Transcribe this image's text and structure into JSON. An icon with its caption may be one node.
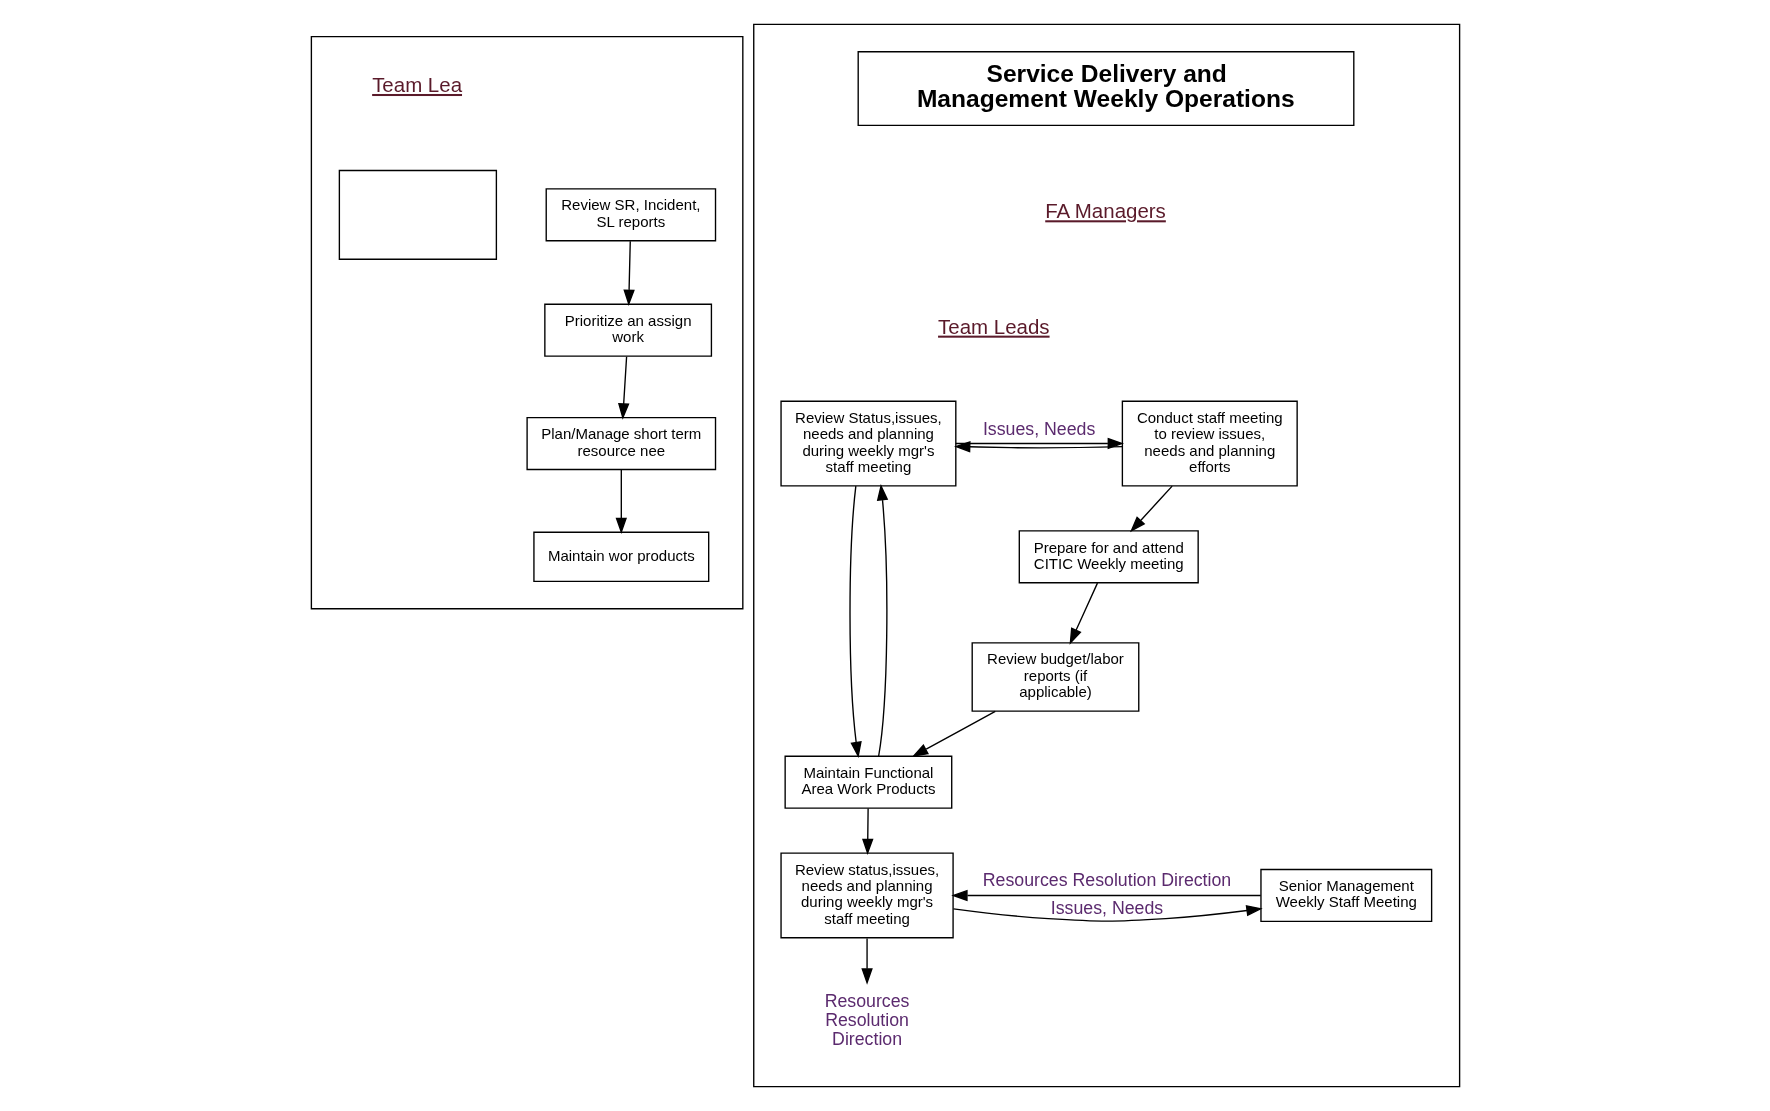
{
  "diagram": {
    "nodes": [
      {
        "text": [],
        "shape": "box"
      },
      {
        "text": [],
        "shape": "box",
        "in": 0
      },
      {
        "text": [
          "Review SR, Incident, SL reports"
        ],
        "in": 0
      },
      {
        "text": [
          "Prioritize an assign work"
        ],
        "in": 0
      },
      {
        "text": [
          "Plan/Manage short term resource nee"
        ],
        "in": 0
      },
      {
        "text": [
          "Maintain wor products"
        ],
        "in": 0
      },
      {
        "text": [],
        "shape": "box"
      },
      {
        "text": [
          "Service Delivery and Management Weekly Operations"
        ],
        "in": 6
      },
      {
        "text": [
          "Review Status,issues, needs and planning during weekly mgr's staff meeting"
        ],
        "in": 6
      },
      {
        "text": [
          "Conduct staff meeting to review issues, needs and planning efforts"
        ],
        "in": 6
      },
      {
        "text": [
          "Prepare for and attend CITIC Weekly meeting"
        ],
        "in": 6
      },
      {
        "text": [
          "Review budget/labor reports (if applicable)"
        ],
        "in": 6
      },
      {
        "text": [
          "Maintain Functional Area Work Products"
        ],
        "in": 6
      },
      {
        "text": [
          "Review status,issues, needs and planning during weekly mgr's staff meeting"
        ],
        "in": 6
      },
      {
        "text": [
          "Senior Management Weekly Staff Meeting"
        ],
        "in": 6
      },
      {
        "text": [
          "Resources Resolution Direction"
        ],
        "in": 6
      }
    ],
    "edges": [
      {
        "from": 2,
        "to": 3,
        "arrow": "to"
      },
      {
        "from": 3,
        "to": 4,
        "arrow": "to"
      },
      {
        "from": 4,
        "to": 5,
        "arrow": "to"
      },
      {
        "from": 8,
        "to": 9,
        "arrow": "to",
        "label": "Issues, Needs"
      },
      {
        "from": 8,
        "to": 12,
        "arrow": "to"
      },
      {
        "from": 9,
        "to": 8,
        "arrow": "to"
      },
      {
        "from": 12,
        "to": 8,
        "arrow": "to"
      },
      {
        "from": 9,
        "to": 10,
        "arrow": "to"
      },
      {
        "from": 10,
        "to": 11,
        "arrow": "to"
      },
      {
        "from": 11,
        "to": 12,
        "arrow": "to"
      },
      {
        "from": 12,
        "to": 13,
        "arrow": "to"
      },
      {
        "from": 13,
        "to": 15,
        "arrow": "to"
      },
      {
        "from": 13,
        "to": 14,
        "arrow": "to",
        "label": "Issues, Needs"
      },
      {
        "from": 14,
        "to": 13,
        "arrow": "to",
        "label": "Resources Resolution Direction"
      }
    ],
    "labels": [
      "Team Lea",
      "FA Managers",
      "Team Leads"
    ]
  }
}
